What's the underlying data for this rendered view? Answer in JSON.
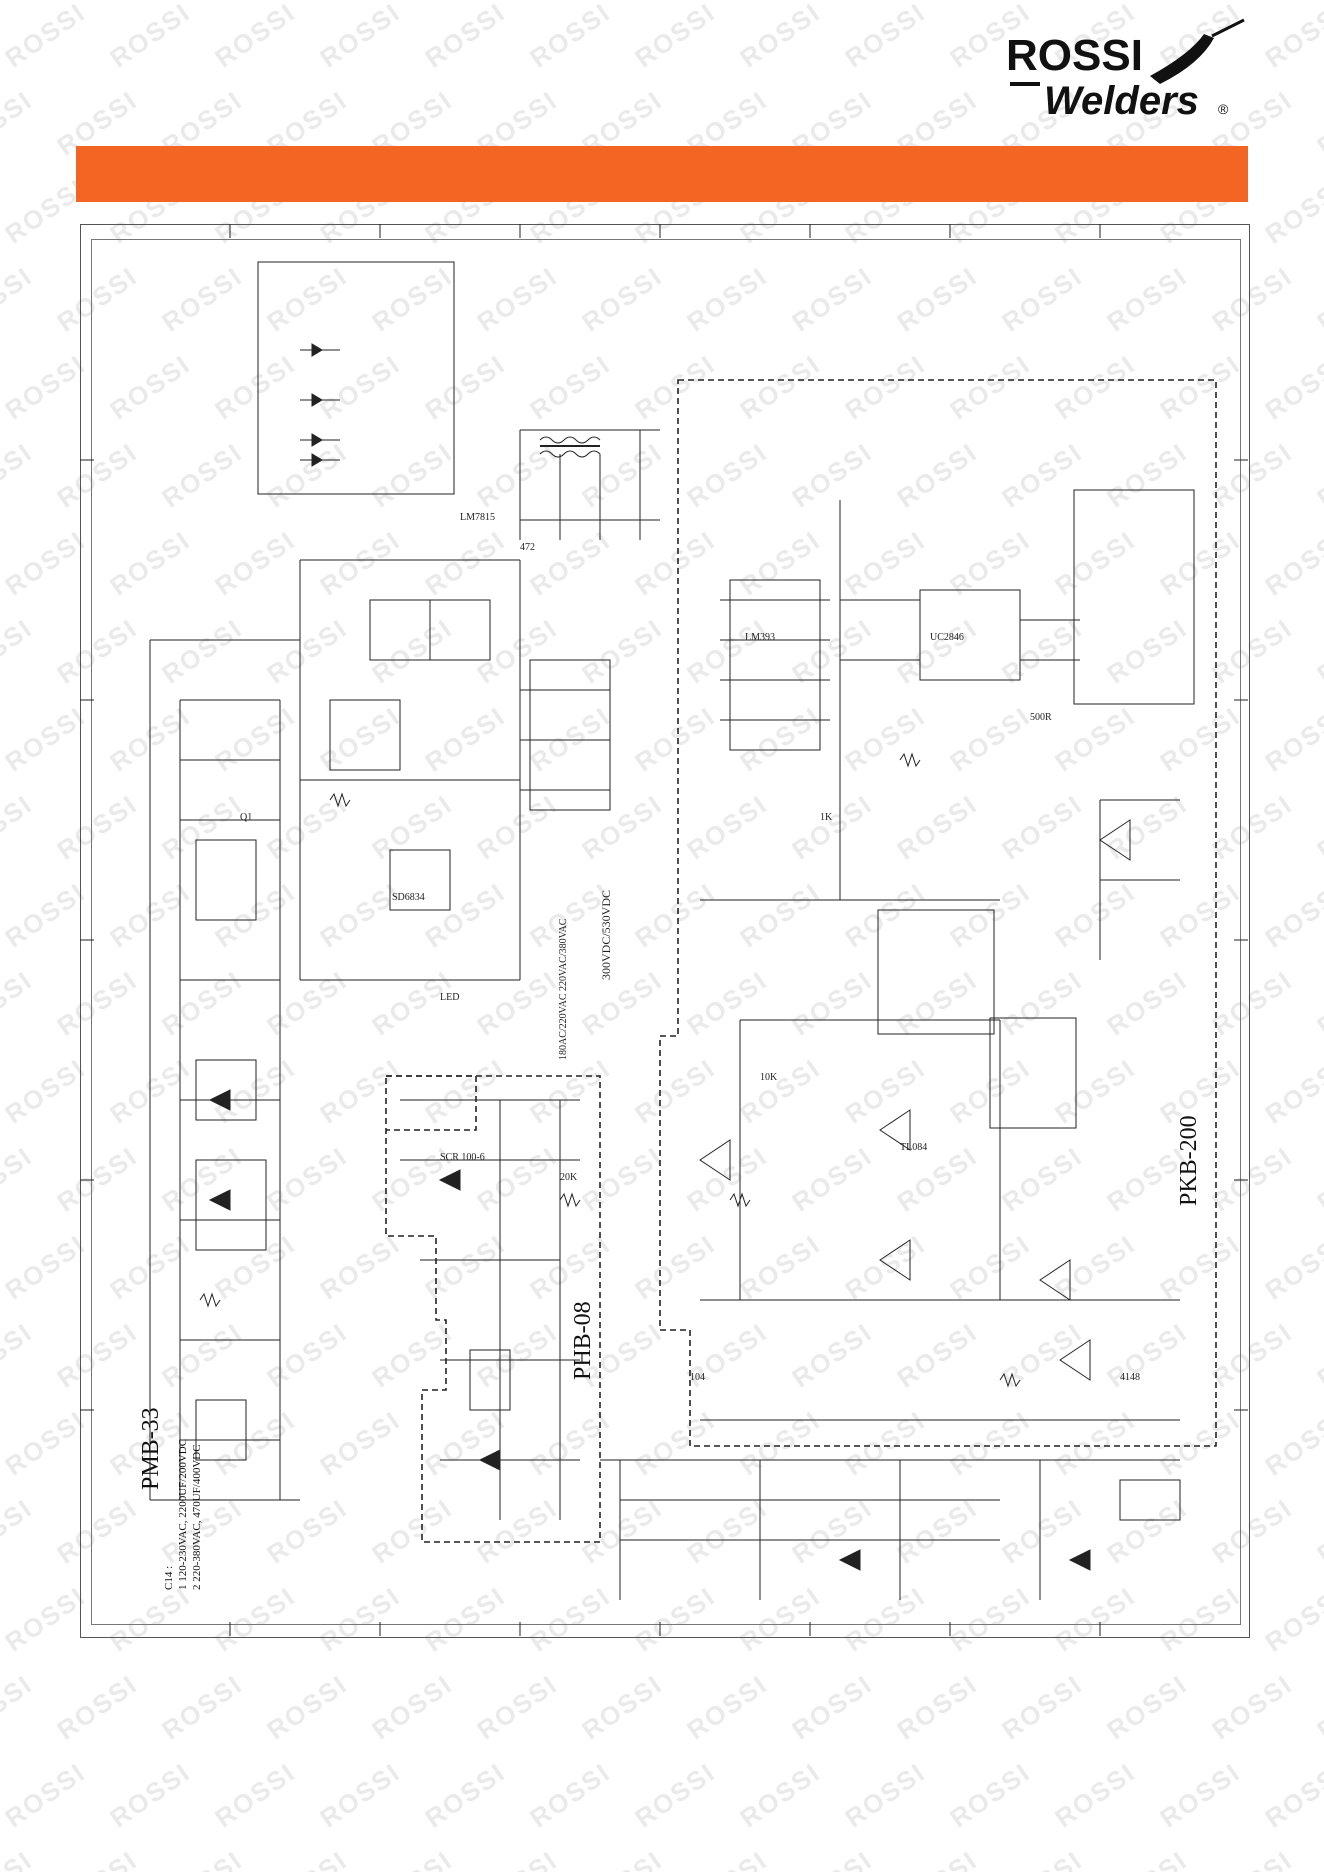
{
  "brand": {
    "name_line1": "ROSSI",
    "name_line2": "Welders",
    "trademark": "®"
  },
  "header_bar_color": "#f26522",
  "watermark_text": "ROSSI",
  "modules": {
    "left": "PMB-33",
    "middle": "PHB-08",
    "right": "PKB-200"
  },
  "notes": {
    "caption": "C14 :",
    "line1": "1  120-230VAC, 2200UF/200VDC",
    "line2": "2  220-380VAC, 470UF/400VDC"
  },
  "voltage_labels": {
    "dc_link": "300VDC/530VDC",
    "ac_range": "180AC/220VAC  220VAC/380VAC"
  },
  "component_labels": {
    "u2": "SD6834",
    "u1": "LM7815",
    "t1": "Q1",
    "scr": "SCR 100-6",
    "tl084": "TL084",
    "uc2846": "UC2846",
    "lm393": "LM393",
    "r_500r": "500R",
    "r_20k": "20K",
    "r_10k": "10K",
    "r_1k": "1K",
    "d_4148": "4148",
    "c_104": "104",
    "c_472": "472",
    "led": "LED"
  }
}
